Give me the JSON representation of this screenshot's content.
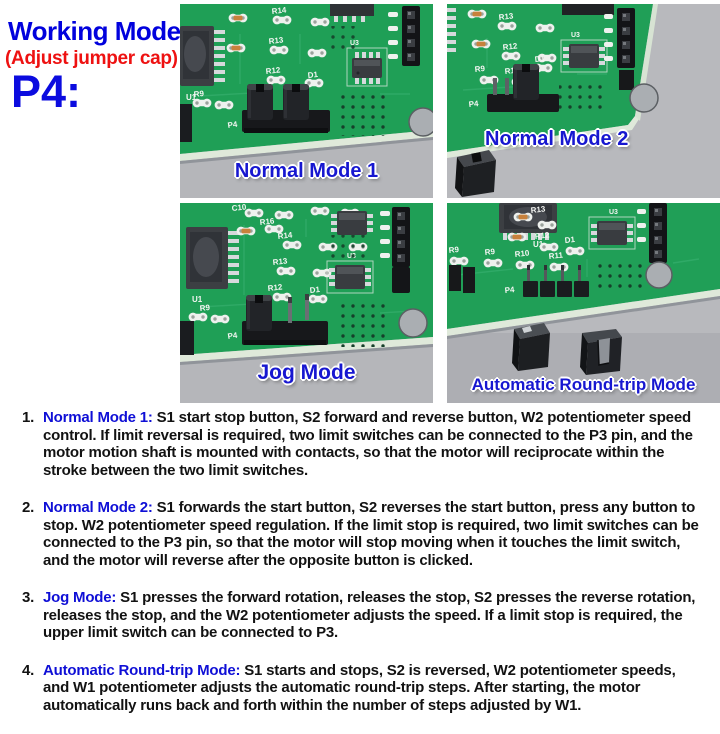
{
  "header": {
    "title": "Working Mode:",
    "subtitle": "(Adjust jumper cap)",
    "connector": "P4:"
  },
  "photos": [
    {
      "label": "Normal Mode 1"
    },
    {
      "label": "Normal Mode 2"
    },
    {
      "label": "Jog Mode"
    },
    {
      "label": "Automatic Round-trip Mode"
    }
  ],
  "pcb": {
    "silkscreen": {
      "u1": "U1",
      "u3": "U3",
      "p4": "P4",
      "r9": "R9",
      "r10": "R10",
      "r11": "R11",
      "r12": "R12",
      "r13": "R13",
      "r14": "R14",
      "r16": "R16",
      "c10": "C10",
      "d1": "D1"
    }
  },
  "modes": [
    {
      "number": "1.",
      "name": "Normal Mode 1:",
      "description": " S1 start stop button, S2 forward and reverse button, W2 potentiometer speed control. If limit reversal is required, two limit switches can be connected to the P3 pin, and the motor motion shaft is mounted with contacts, so that the motor will reciprocate within the stroke between the two limit switches."
    },
    {
      "number": "2.",
      "name": "Normal Mode 2:",
      "description": " S1 forwards the start button, S2 reverses the start button, press any button to stop. W2 potentiometer speed regulation. If the limit stop is required, two limit switches can be connected to the P3 pin, so that the motor will stop moving when it touches the limit switch, and the motor will reverse after the opposite button is clicked."
    },
    {
      "number": "3.",
      "name": "Jog Mode:",
      "description": " S1 presses the forward rotation, releases the stop, S2 presses the reverse rotation, releases the stop, and the W2 potentiometer adjusts the speed. If a limit stop is required, the upper limit switch can be connected to P3."
    },
    {
      "number": "4.",
      "name": "Automatic Round-trip Mode:",
      "description": " S1 starts and stops, S2 is reversed, W2 potentiometer speeds, and W1 potentiometer adjusts the automatic round-trip steps. After starting, the motor automatically runs back and forth within the number of steps adjusted by W1."
    }
  ],
  "colors": {
    "heading_blue": "#0101dd",
    "heading_red": "#ee1111",
    "label_blue": "#1717d0",
    "pcb_green": "#1f9f56",
    "photo_gray": "#b5b6ba",
    "text_black": "#121212"
  }
}
